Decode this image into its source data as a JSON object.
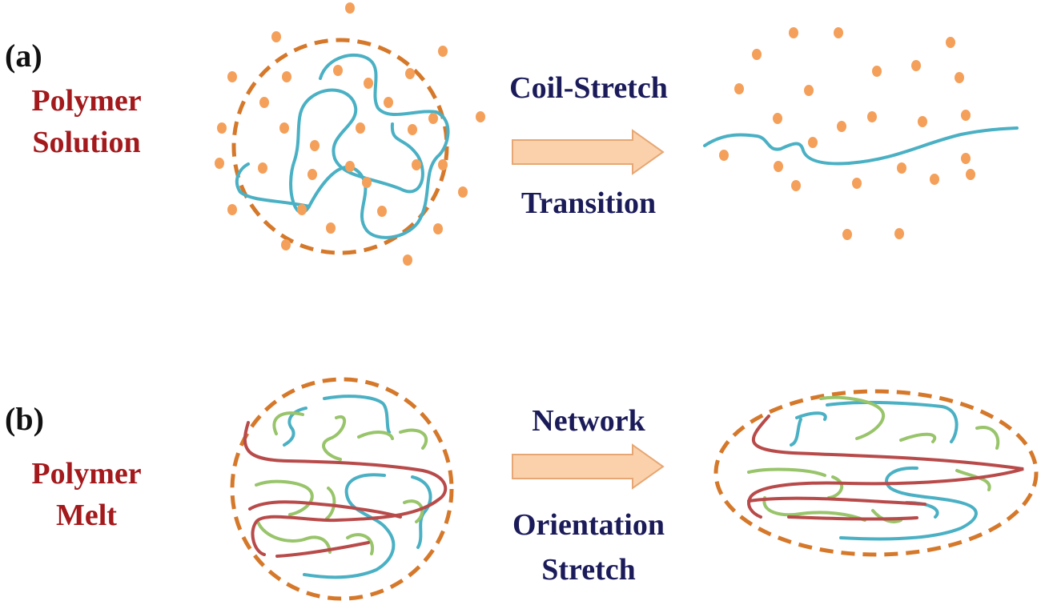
{
  "panels": [
    {
      "tag": "(a)",
      "system_lines": [
        "Polymer",
        "Solution"
      ],
      "process_lines": [
        "Coil-Stretch",
        "Transition"
      ]
    },
    {
      "tag": "(b)",
      "system_lines": [
        "Polymer",
        "Melt"
      ],
      "process_lines": [
        "Network",
        "Orientation",
        "Stretch"
      ]
    }
  ],
  "colors": {
    "solvent_dot": "#f4a05a",
    "boundary": "#d5782a",
    "chain_blue": "#4ab0c4",
    "chain_green": "#98c46a",
    "chain_red": "#b84a4a",
    "arrow_fill": "#fbd1ab",
    "arrow_stroke": "#e6a774",
    "system_text": "#a3191c",
    "process_text": "#1b1b5a"
  }
}
